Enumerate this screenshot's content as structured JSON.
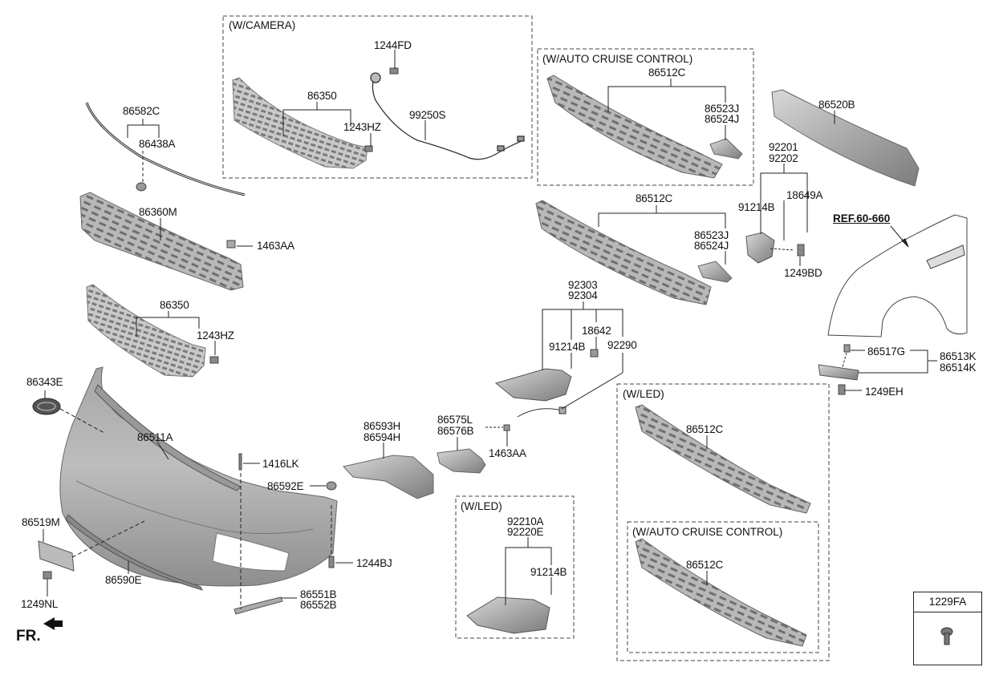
{
  "groups": {
    "camera": "(W/CAMERA)",
    "acc_top": "(W/AUTO CRUISE CONTROL)",
    "led_fog": "(W/LED)",
    "led_right": "(W/LED)",
    "acc_bottom": "(W/AUTO CRUISE CONTROL)"
  },
  "labels": {
    "p1244FD": "1244FD",
    "p86350_cam": "86350",
    "p99250S": "99250S",
    "p1243HZ_cam": "1243HZ",
    "p86582C": "86582C",
    "p86438A": "86438A",
    "p86360M": "86360M",
    "p1463AA_top": "1463AA",
    "p86350": "86350",
    "p1243HZ": "1243HZ",
    "p86343E": "86343E",
    "p86511A": "86511A",
    "p1416LK": "1416LK",
    "p86592E": "86592E",
    "p86519M": "86519M",
    "p86590E": "86590E",
    "p1249NL": "1249NL",
    "p1244BJ": "1244BJ",
    "p86551B": "86551B",
    "p86552B": "86552B",
    "p86593H": "86593H",
    "p86594H": "86594H",
    "p86575L": "86575L",
    "p86576B": "86576B",
    "p1463AA_mid": "1463AA",
    "p92210A": "92210A",
    "p92220E": "92220E",
    "p91214B_led": "91214B",
    "p92303": "92303",
    "p92304": "92304",
    "p18642": "18642",
    "p91214B_mid": "91214B",
    "p92290": "92290",
    "p86512C_acc": "86512C",
    "p86523J_acc": "86523J",
    "p86524J_acc": "86524J",
    "p86512C_mid": "86512C",
    "p86523J_mid": "86523J",
    "p86524J_mid": "86524J",
    "p86520B": "86520B",
    "p92201": "92201",
    "p92202": "92202",
    "p18649A": "18649A",
    "p91214B_right": "91214B",
    "p1249BD": "1249BD",
    "pREF": "REF.60-660",
    "p86517G": "86517G",
    "p86513K": "86513K",
    "p86514K": "86514K",
    "p1249EH": "1249EH",
    "p86512C_led": "86512C",
    "p86512C_accb": "86512C",
    "p1229FA": "1229FA",
    "fr": "FR."
  }
}
